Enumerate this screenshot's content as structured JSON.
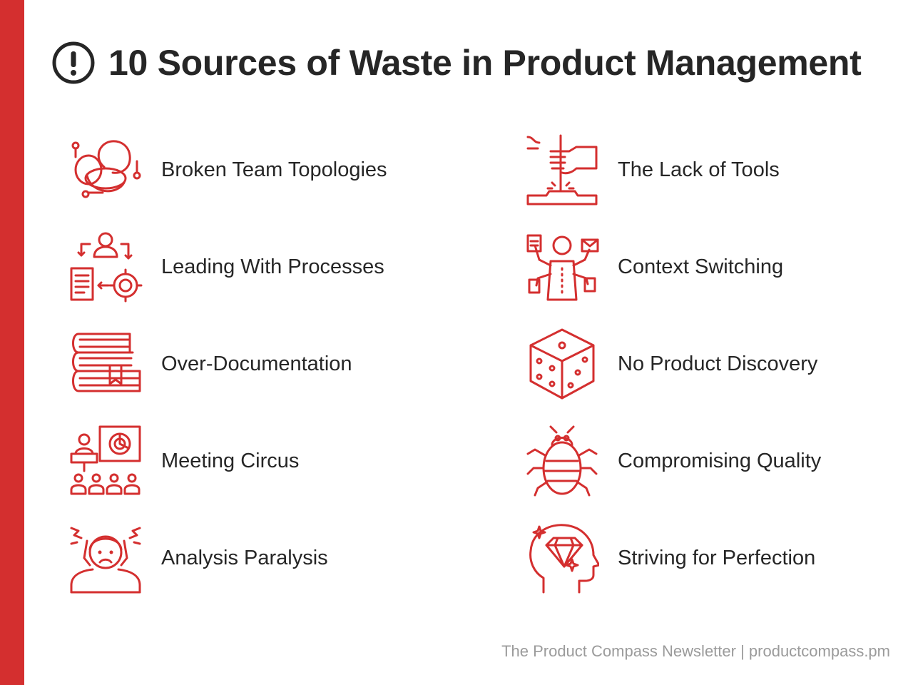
{
  "header": {
    "title": "10 Sources of Waste in Product Management",
    "icon": "exclamation-circle-icon"
  },
  "colors": {
    "accent": "#d42f2f",
    "text": "#262626",
    "footer": "#9b9b9b"
  },
  "items": [
    {
      "label": "Broken Team Topologies",
      "icon": "tangled-heads-icon"
    },
    {
      "label": "The Lack of Tools",
      "icon": "hand-carving-icon"
    },
    {
      "label": "Leading With Processes",
      "icon": "person-process-gear-icon"
    },
    {
      "label": "Context Switching",
      "icon": "multitasking-person-icon"
    },
    {
      "label": "Over-Documentation",
      "icon": "book-stack-icon"
    },
    {
      "label": "No Product Discovery",
      "icon": "dice-icon"
    },
    {
      "label": "Meeting Circus",
      "icon": "presentation-audience-icon"
    },
    {
      "label": "Compromising Quality",
      "icon": "bug-icon"
    },
    {
      "label": "Analysis Paralysis",
      "icon": "stressed-person-icon"
    },
    {
      "label": "Striving for Perfection",
      "icon": "diamond-head-icon"
    }
  ],
  "footer": {
    "text": "The Product Compass Newsletter | productcompass.pm"
  }
}
